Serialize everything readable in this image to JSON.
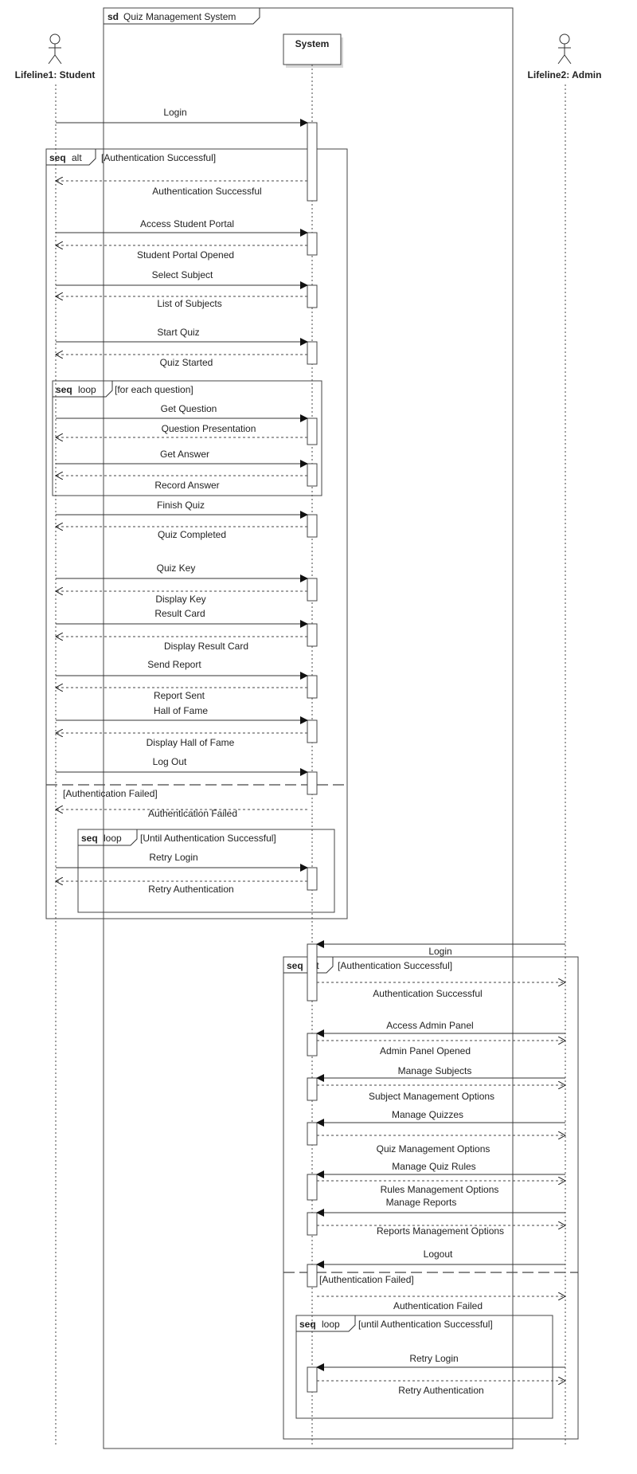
{
  "diagram": {
    "frame": {
      "keyword": "sd",
      "title": "Quiz Management System"
    },
    "participants": {
      "student": "Lifeline1: Student",
      "system": "System",
      "admin": "Lifeline2: Admin"
    },
    "student_section": {
      "alt": {
        "keyword": "seq",
        "operator": "alt",
        "guard": "[Authentication Successful]"
      },
      "messages": [
        "Login",
        "Authentication Successful",
        "Access Student Portal",
        "Student Portal Opened",
        "Select Subject",
        "List of Subjects",
        "Start Quiz",
        "Quiz Started",
        "Get Question",
        "Question Presentation",
        "Get Answer",
        "Record Answer",
        "Finish Quiz",
        "Quiz Completed",
        "Quiz Key",
        "Display Key",
        "Result Card",
        "Display Result Card",
        "Send Report",
        "Report Sent",
        "Hall of Fame",
        "Display Hall of Fame",
        "Log Out",
        "Authentication Failed",
        "Retry Login",
        "Retry Authentication"
      ],
      "loop1": {
        "keyword": "seq",
        "operator": "loop",
        "guard": "[for each question]"
      },
      "else_guard": "[Authentication Failed]",
      "loop2": {
        "keyword": "seq",
        "operator": "loop",
        "guard": "[Until Authentication Successful]"
      }
    },
    "admin_section": {
      "alt": {
        "keyword": "seq",
        "operator": "alt",
        "guard": "[Authentication Successful]"
      },
      "messages": [
        "Login",
        "Authentication Successful",
        "Access Admin Panel",
        "Admin Panel Opened",
        "Manage Subjects",
        "Subject Management Options",
        "Manage Quizzes",
        "Quiz Management Options",
        "Manage Quiz Rules",
        "Rules Management Options",
        "Manage Reports",
        "Reports Management Options",
        "Logout",
        "Authentication Failed",
        "Retry Login",
        "Retry Authentication"
      ],
      "else_guard": "[Authentication Failed]",
      "loop": {
        "keyword": "seq",
        "operator": "loop",
        "guard": "[until Authentication Successful]"
      }
    }
  }
}
